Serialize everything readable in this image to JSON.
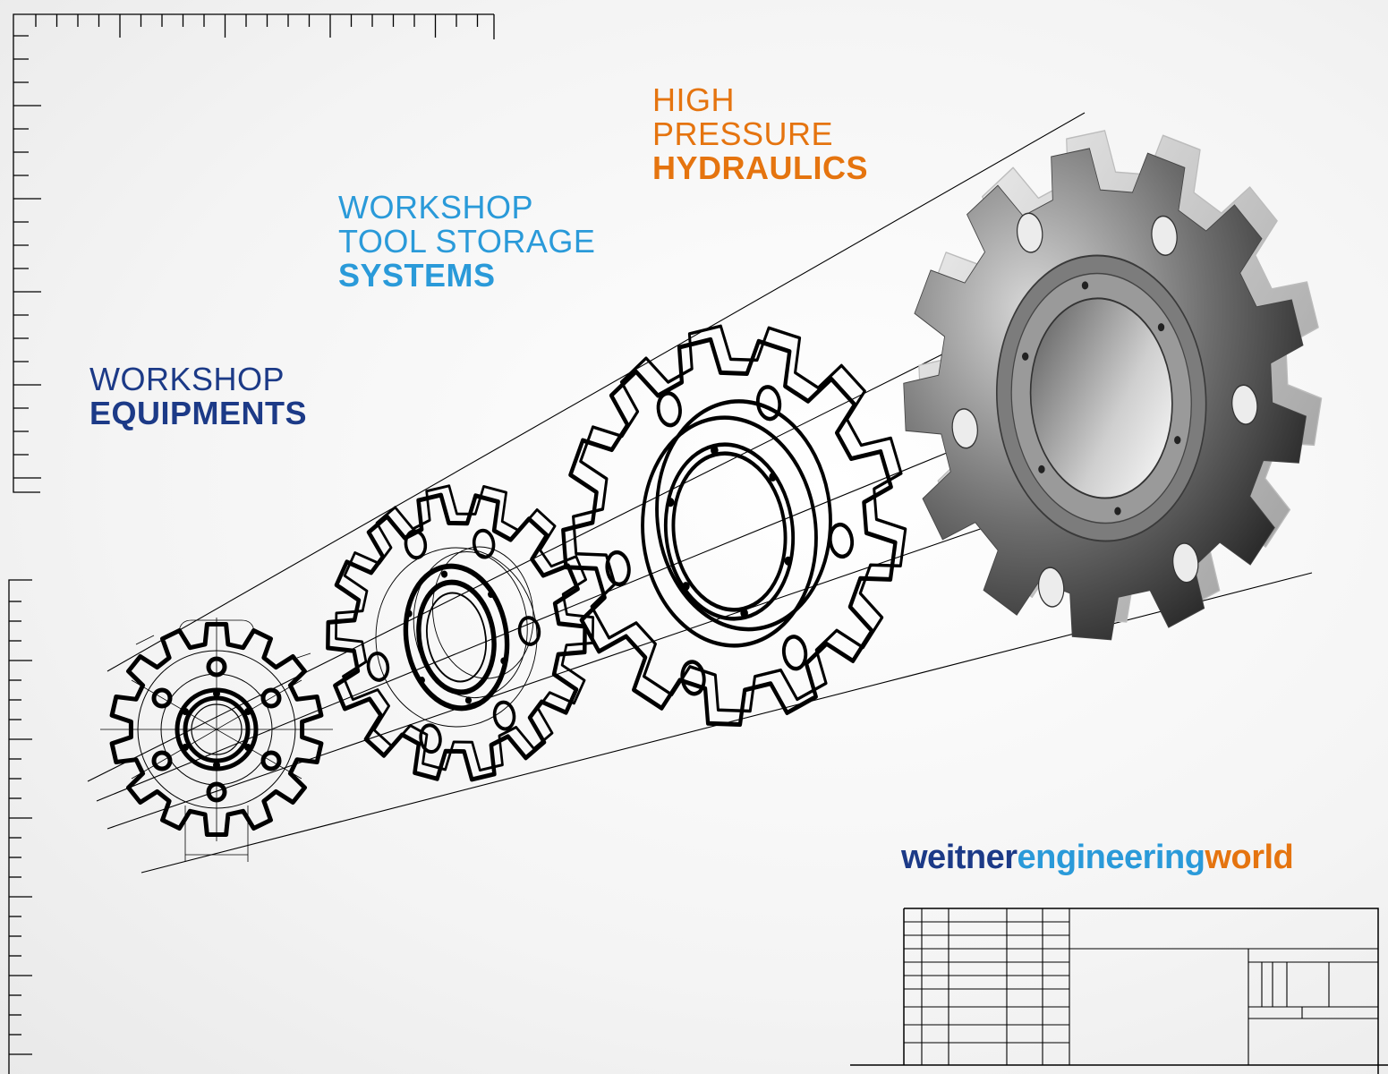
{
  "groups": {
    "equipments": {
      "line1": "WORKSHOP",
      "line2": "EQUIPMENTS"
    },
    "tool_storage": {
      "line1": "WORKSHOP",
      "line2": "TOOL STORAGE",
      "line3": "SYSTEMS"
    },
    "hydraulics": {
      "line1": "HIGH",
      "line2": "PRESSURE",
      "line3": "HYDRAULICS"
    }
  },
  "brand": {
    "part1": "weitner",
    "part2": "engineering",
    "part3": "world"
  },
  "colors": {
    "navy": "#1c3a87",
    "blue": "#2a9ad9",
    "orange": "#e5740f",
    "ink": "#000000"
  },
  "illustration": [
    "sprocket-technical-drawing",
    "sprocket-wireframe",
    "sprocket-outline",
    "sprocket-rendered-metal",
    "title-block"
  ]
}
